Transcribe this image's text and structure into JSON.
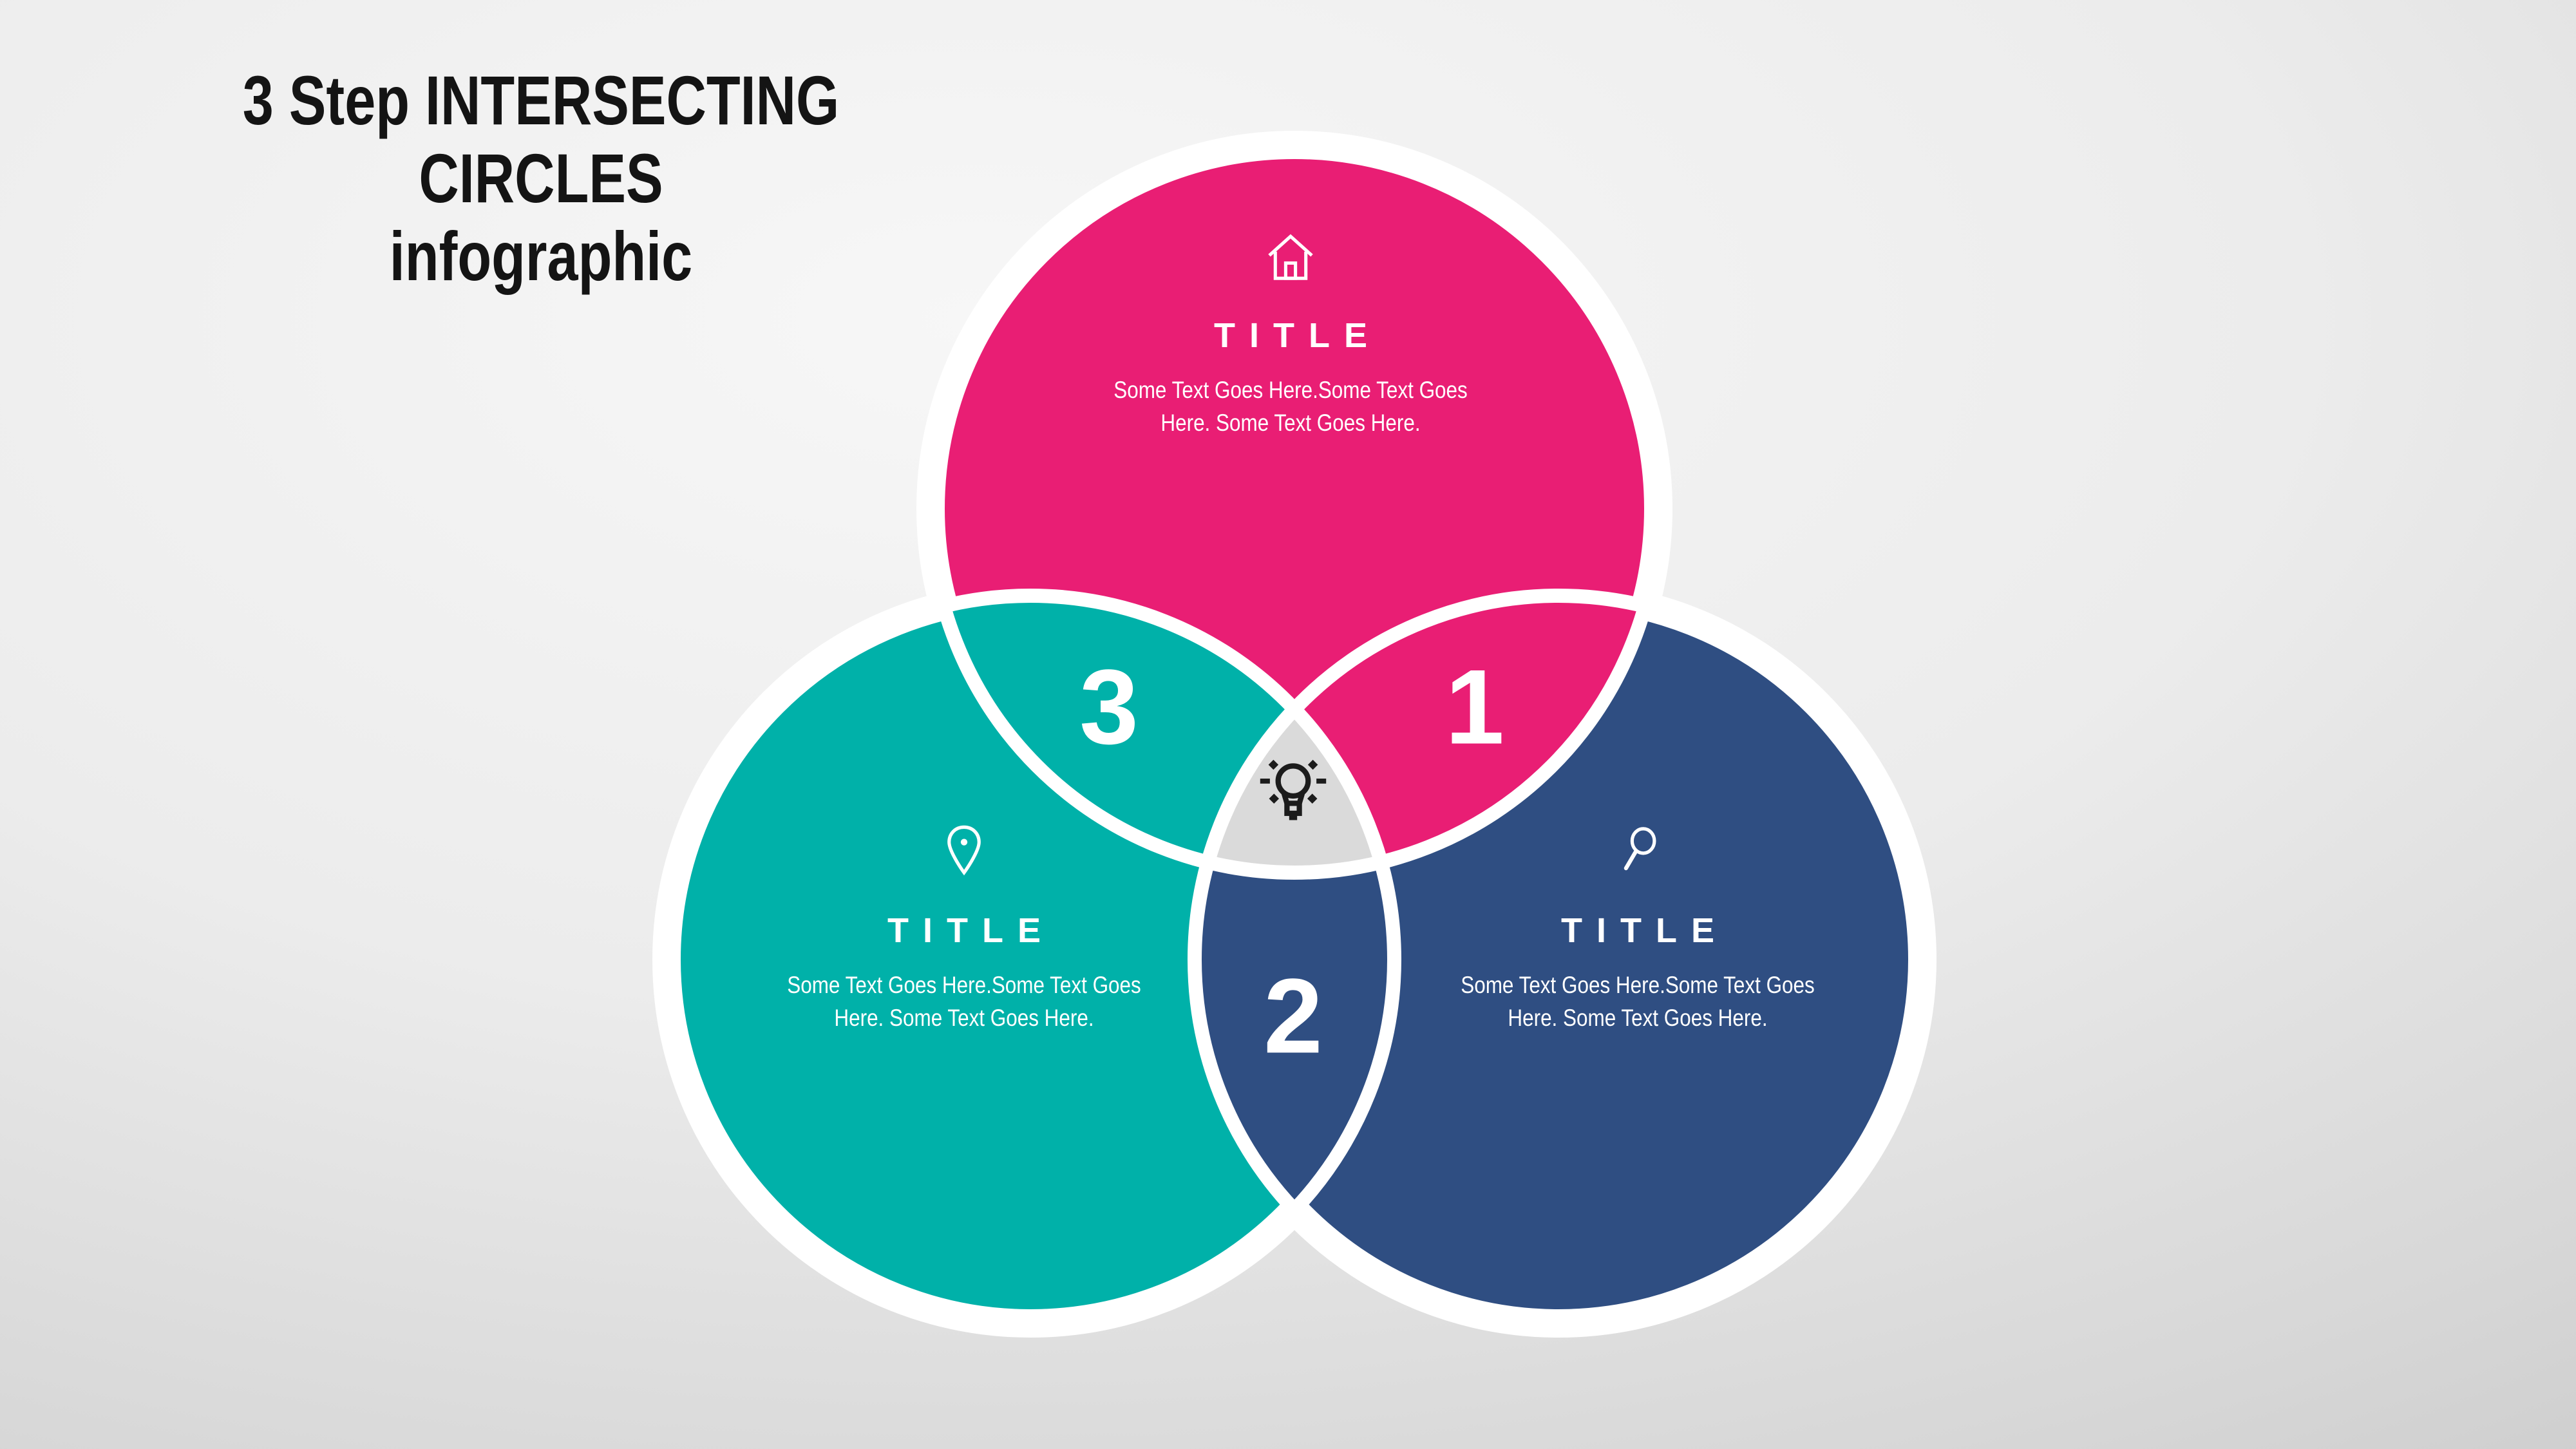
{
  "heading": {
    "line1": "3 Step INTERSECTING CIRCLES",
    "line2": "infographic"
  },
  "colors": {
    "pink": "#E91E74",
    "teal": "#00B1A9",
    "navy": "#2F4E82",
    "center_gray": "#DADADA",
    "stroke_white": "#FFFFFF",
    "heading_text": "#141414",
    "icon_black": "#1C1C1C",
    "background_light": "#F7F7F7",
    "background_dark": "#BDBDBD"
  },
  "circles": [
    {
      "id": "top",
      "color": "#E91E74",
      "icon": "home-icon",
      "title": "TITLE",
      "body": "Some Text Goes Here.Some Text Goes Here. Some Text Goes Here."
    },
    {
      "id": "bottom-left",
      "color": "#00B1A9",
      "icon": "location-pin-icon",
      "title": "TITLE",
      "body": "Some Text Goes Here.Some Text Goes Here. Some Text Goes Here."
    },
    {
      "id": "bottom-right",
      "color": "#2F4E82",
      "icon": "search-icon",
      "title": "TITLE",
      "body": "Some Text Goes Here.Some Text Goes Here. Some Text Goes Here."
    }
  ],
  "overlap_labels": [
    {
      "value": "3",
      "between": "top and bottom-left"
    },
    {
      "value": "1",
      "between": "top and bottom-right"
    },
    {
      "value": "2",
      "between": "bottom-left and bottom-right"
    }
  ],
  "center": {
    "icon": "lightbulb-icon"
  }
}
